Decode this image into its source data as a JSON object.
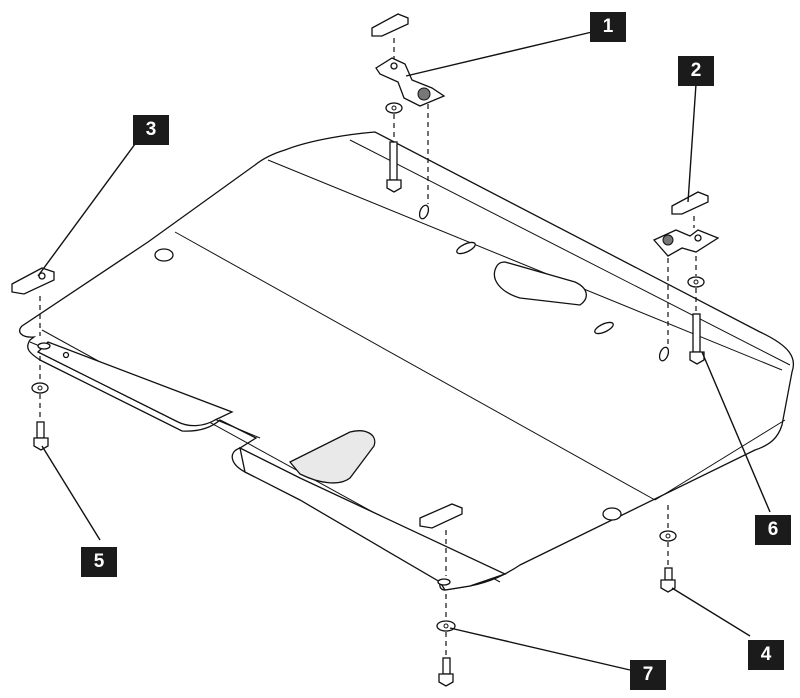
{
  "callouts": [
    {
      "id": "1",
      "label": "1"
    },
    {
      "id": "2",
      "label": "2"
    },
    {
      "id": "3",
      "label": "3"
    },
    {
      "id": "4",
      "label": "4"
    },
    {
      "id": "5",
      "label": "5"
    },
    {
      "id": "6",
      "label": "6"
    },
    {
      "id": "7",
      "label": "7"
    }
  ],
  "colors": {
    "ink": "#111111",
    "callout_bg": "#1b1b1b",
    "callout_text": "#ffffff"
  }
}
